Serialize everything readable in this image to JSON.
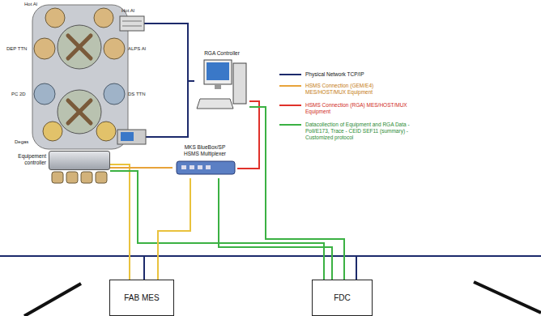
{
  "diagram": {
    "nodes": [
      {
        "text": [
          "Equipement controller"
        ]
      },
      {
        "text": [
          "RGA Controller"
        ]
      },
      {
        "text": [
          "MKS BlueBox/SP HSMS Multiplexer"
        ]
      },
      {
        "text": [
          "FAB MES"
        ]
      },
      {
        "text": [
          "FDC"
        ]
      }
    ],
    "edges": [
      {
        "from": 0,
        "to": 3,
        "arrow": "none"
      },
      {
        "from": 0,
        "to": 2,
        "arrow": "none"
      },
      {
        "from": 0,
        "to": 4,
        "arrow": "none"
      },
      {
        "from": 1,
        "to": 2,
        "arrow": "none"
      },
      {
        "from": 1,
        "to": 4,
        "arrow": "none"
      },
      {
        "from": 2,
        "to": 3,
        "arrow": "none"
      },
      {
        "from": 2,
        "to": 4,
        "arrow": "none"
      }
    ],
    "labels": [
      "Hot Al",
      "Hot Al",
      "DEP TTN",
      "ALPS Al",
      "PC 2D",
      "DS TTN",
      "Degas"
    ],
    "legend": [
      {
        "text": "Physical Network TCP/IP"
      },
      {
        "text": "HSMS Connection (GEM/E4) MES/HOST/MUX Equipment"
      },
      {
        "text": "HSMS Connection (RGA) MES/HOST/MUX Equipment"
      },
      {
        "text": "Datacollection of Equipment and RGA Data - Poll/E173, Trace - CEID SEF11 (summary) - Customized protocol"
      }
    ]
  }
}
